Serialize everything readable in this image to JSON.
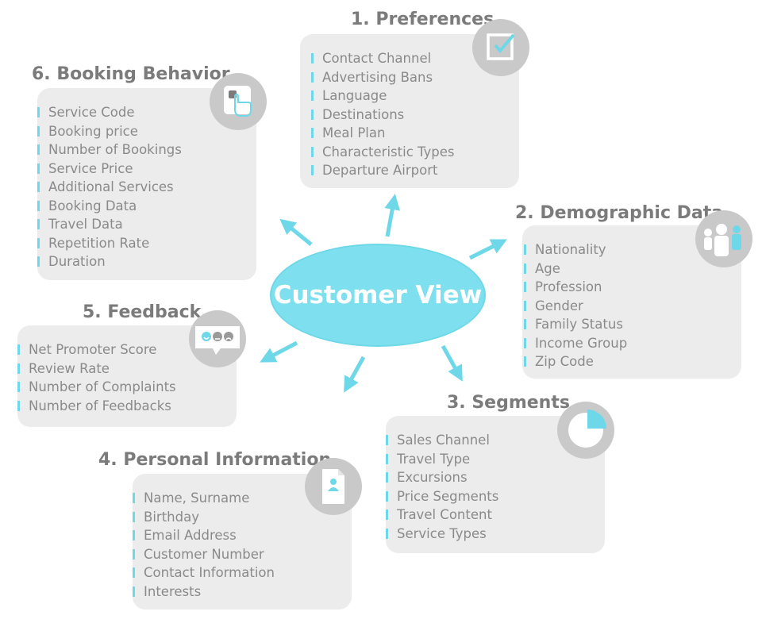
{
  "center": {
    "label": "Customer View"
  },
  "sections": {
    "preferences": {
      "title": "1. Preferences",
      "items": [
        "Contact Channel",
        "Advertising Bans",
        "Language",
        "Destinations",
        "Meal Plan",
        "Characteristic Types",
        "Departure Airport"
      ],
      "icon": "checkbox-icon"
    },
    "demographic": {
      "title": "2. Demographic Data",
      "items": [
        "Nationality",
        "Age",
        "Profession",
        "Gender",
        "Family Status",
        "Income Group",
        "Zip Code"
      ],
      "icon": "people-icon"
    },
    "segments": {
      "title": "3. Segments",
      "items": [
        "Sales Channel",
        "Travel Type",
        "Excursions",
        "Price Segments",
        "Travel Content",
        "Service Types"
      ],
      "icon": "pie-chart-icon"
    },
    "personal": {
      "title": "4. Personal Information",
      "items": [
        "Name, Surname",
        "Birthday",
        "Email Address",
        "Customer Number",
        "Contact Information",
        "Interests"
      ],
      "icon": "document-person-icon"
    },
    "feedback": {
      "title": "5. Feedback",
      "items": [
        "Net Promoter Score",
        "Review Rate",
        "Number of Complaints",
        "Number of Feedbacks"
      ],
      "icon": "smileys-icon"
    },
    "booking": {
      "title": "6. Booking Behavior",
      "items": [
        "Service Code",
        "Booking price",
        "Number of Bookings",
        "Service Price",
        "Additional Services",
        "Booking Data",
        "Travel Data",
        "Repetition Rate",
        "Duration"
      ],
      "icon": "touch-screen-icon"
    }
  },
  "colors": {
    "accent": "#6fd8e8",
    "panel": "#ececec",
    "badge": "#c9c9c9",
    "text": "#8a8a8a",
    "title": "#7b7b7b"
  }
}
